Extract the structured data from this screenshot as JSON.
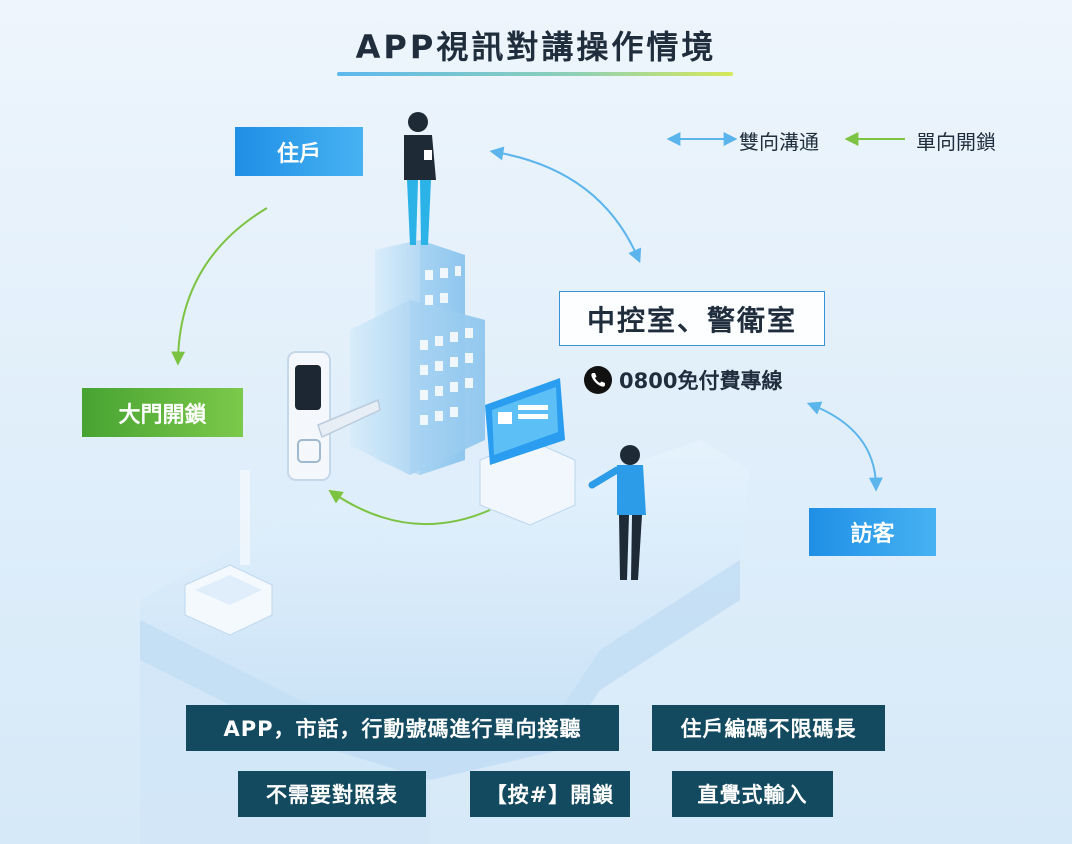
{
  "title": "APP視訊對講操作情境",
  "legend": {
    "two_way": "雙向溝通",
    "one_way": "單向開鎖",
    "two_way_color": "#5bb5ec",
    "one_way_color": "#7cc243"
  },
  "nodes": {
    "resident": "住戶",
    "gate_unlock": "大門開鎖",
    "control_room": "中控室、警衛室",
    "visitor": "訪客"
  },
  "hotline": {
    "icon": "phone-icon",
    "text": "0800免付費專線"
  },
  "features": [
    "APP，市話，行動號碼進行單向接聽",
    "住戶編碼不限碼長",
    "不需要對照表",
    "【按#】開鎖",
    "直覺式輸入"
  ],
  "colors": {
    "accent_blue": "#1f8fe6",
    "accent_green": "#5cb53a",
    "feature_bg": "#134a5f"
  }
}
